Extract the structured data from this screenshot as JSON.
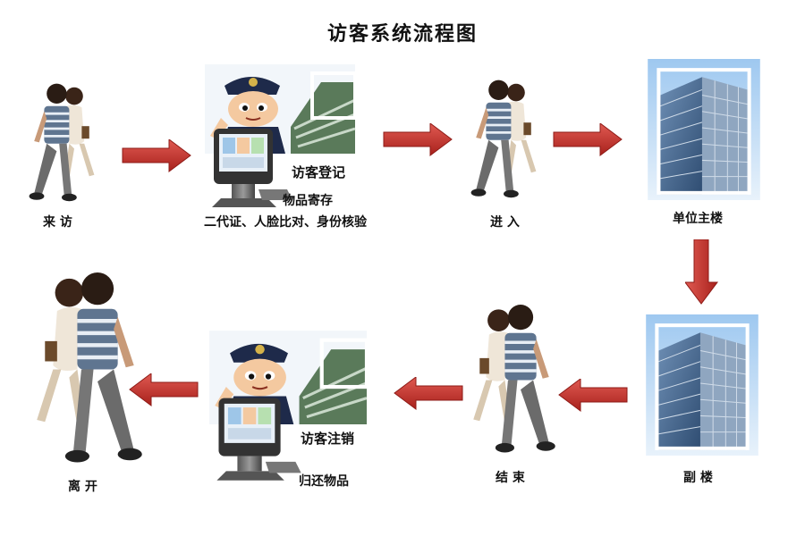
{
  "title": "访客系统流程图",
  "nodes": {
    "visit": {
      "label": "来 访"
    },
    "register": {
      "lines": [
        "访客登记",
        "物品寄存",
        "二代证、人脸比对、身份核验"
      ]
    },
    "enter": {
      "label": "进 入"
    },
    "main_building": {
      "label": "单位主楼"
    },
    "annex": {
      "label": "副 楼"
    },
    "finish": {
      "label": "结 束"
    },
    "checkout": {
      "lines": [
        "访客注销",
        "归还物品"
      ]
    },
    "leave": {
      "label": "离 开"
    }
  },
  "icons": {
    "walking_couple": "walking-couple-icon",
    "guard_kiosk": "guard-kiosk-icon",
    "building": "office-building-icon",
    "arrow": "red-arrow-icon"
  },
  "colors": {
    "arrow": "#c9302c",
    "arrow_dark": "#9e1f1b"
  }
}
